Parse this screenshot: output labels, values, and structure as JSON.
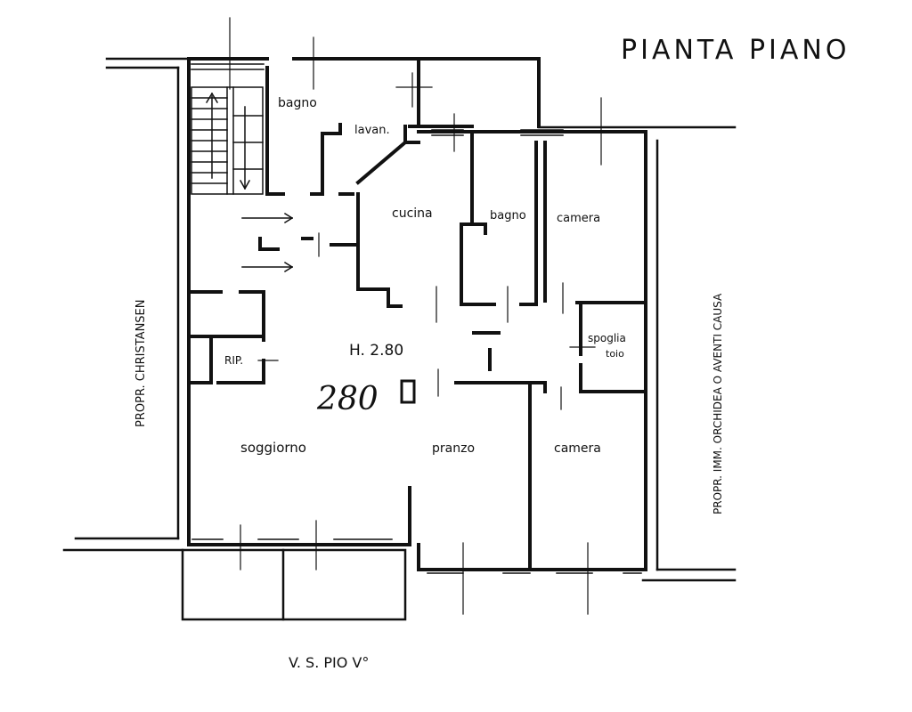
{
  "title": "PIANTA   PIANO",
  "colors": {
    "ink": "#111111",
    "paper": "#ffffff"
  },
  "rooms": {
    "bagno_top": "bagno",
    "lavan": "lavan.",
    "cucina": "cucina",
    "bagno_mid": "bagno",
    "camera_top": "camera",
    "spogliatoio_1": "spoglia",
    "spogliatoio_2": "toio",
    "rip": "RIP.",
    "soggiorno": "soggiorno",
    "pranzo": "pranzo",
    "camera_bottom": "camera"
  },
  "height_label": "H.  2.80",
  "handwritten_number": "280",
  "neighbors": {
    "left": "PROPR.  CHRISTANSEN",
    "right": "PROPR.  IMM.  ORCHIDEA  O  AVENTI  CAUSA"
  },
  "street": "V.  S.  PIO     V°"
}
